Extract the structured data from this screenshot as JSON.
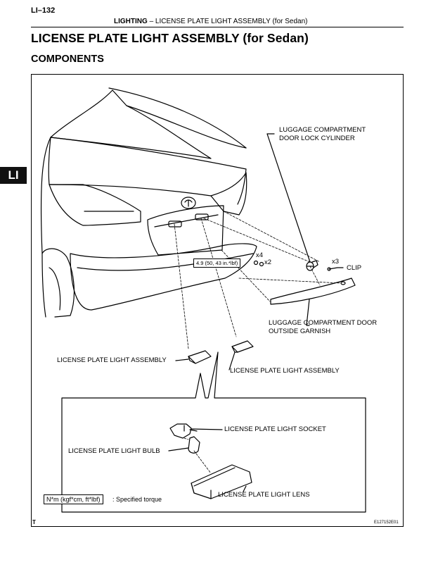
{
  "header": {
    "page_number": "LI–132",
    "section": "LIGHTING",
    "separator": "–",
    "topic": "LICENSE PLATE LIGHT ASSEMBLY (for Sedan)"
  },
  "title": "LICENSE PLATE LIGHT ASSEMBLY (for Sedan)",
  "subtitle": "COMPONENTS",
  "side_tab": "LI",
  "diagram": {
    "labels": {
      "lock_cylinder_line1": "LUGGAGE COMPARTMENT",
      "lock_cylinder_line2": "DOOR LOCK CYLINDER",
      "qty_x4": "x4",
      "qty_x2": "x2",
      "qty_x3": "x3",
      "clip": "CLIP",
      "torque": "4.9 (50, 43 in.*lbf)",
      "garnish_line1": "LUGGAGE COMPARTMENT DOOR",
      "garnish_line2": "OUTSIDE GARNISH",
      "lp_assembly_left": "LICENSE PLATE LIGHT ASSEMBLY",
      "lp_assembly_right": "LICENSE PLATE LIGHT ASSEMBLY",
      "lp_socket": "LICENSE PLATE LIGHT SOCKET",
      "lp_bulb": "LICENSE PLATE LIGHT BULB",
      "lp_lens": "LICENSE PLATE LIGHT LENS"
    },
    "legend": {
      "unit": "N*m (kgf*cm, ft*lbf)",
      "description": ": Specified torque"
    },
    "footer_left": "T",
    "figure_code": "E127152E01"
  }
}
